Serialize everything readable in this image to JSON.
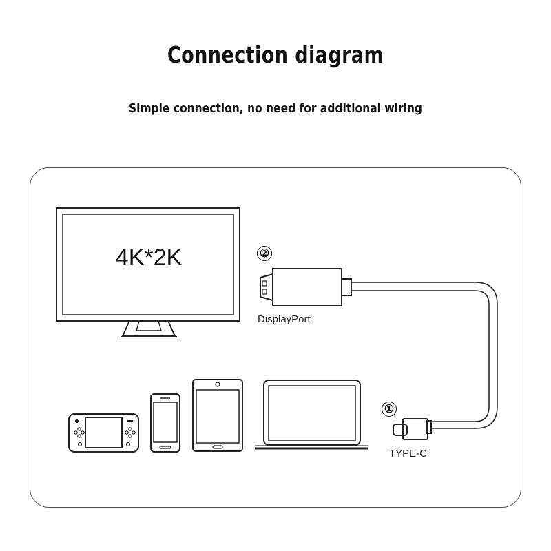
{
  "header": {
    "title": "Connection diagram",
    "subtitle": "Simple connection, no need for additional wiring"
  },
  "monitor": {
    "resolution_text": "4K*2K"
  },
  "connectors": {
    "displayport": {
      "marker": "②",
      "label": "DisplayPort"
    },
    "typec": {
      "marker": "①",
      "label": "TYPE-C"
    }
  },
  "devices": [
    "game-console-icon",
    "smartphone-icon",
    "tablet-icon",
    "laptop-icon"
  ]
}
